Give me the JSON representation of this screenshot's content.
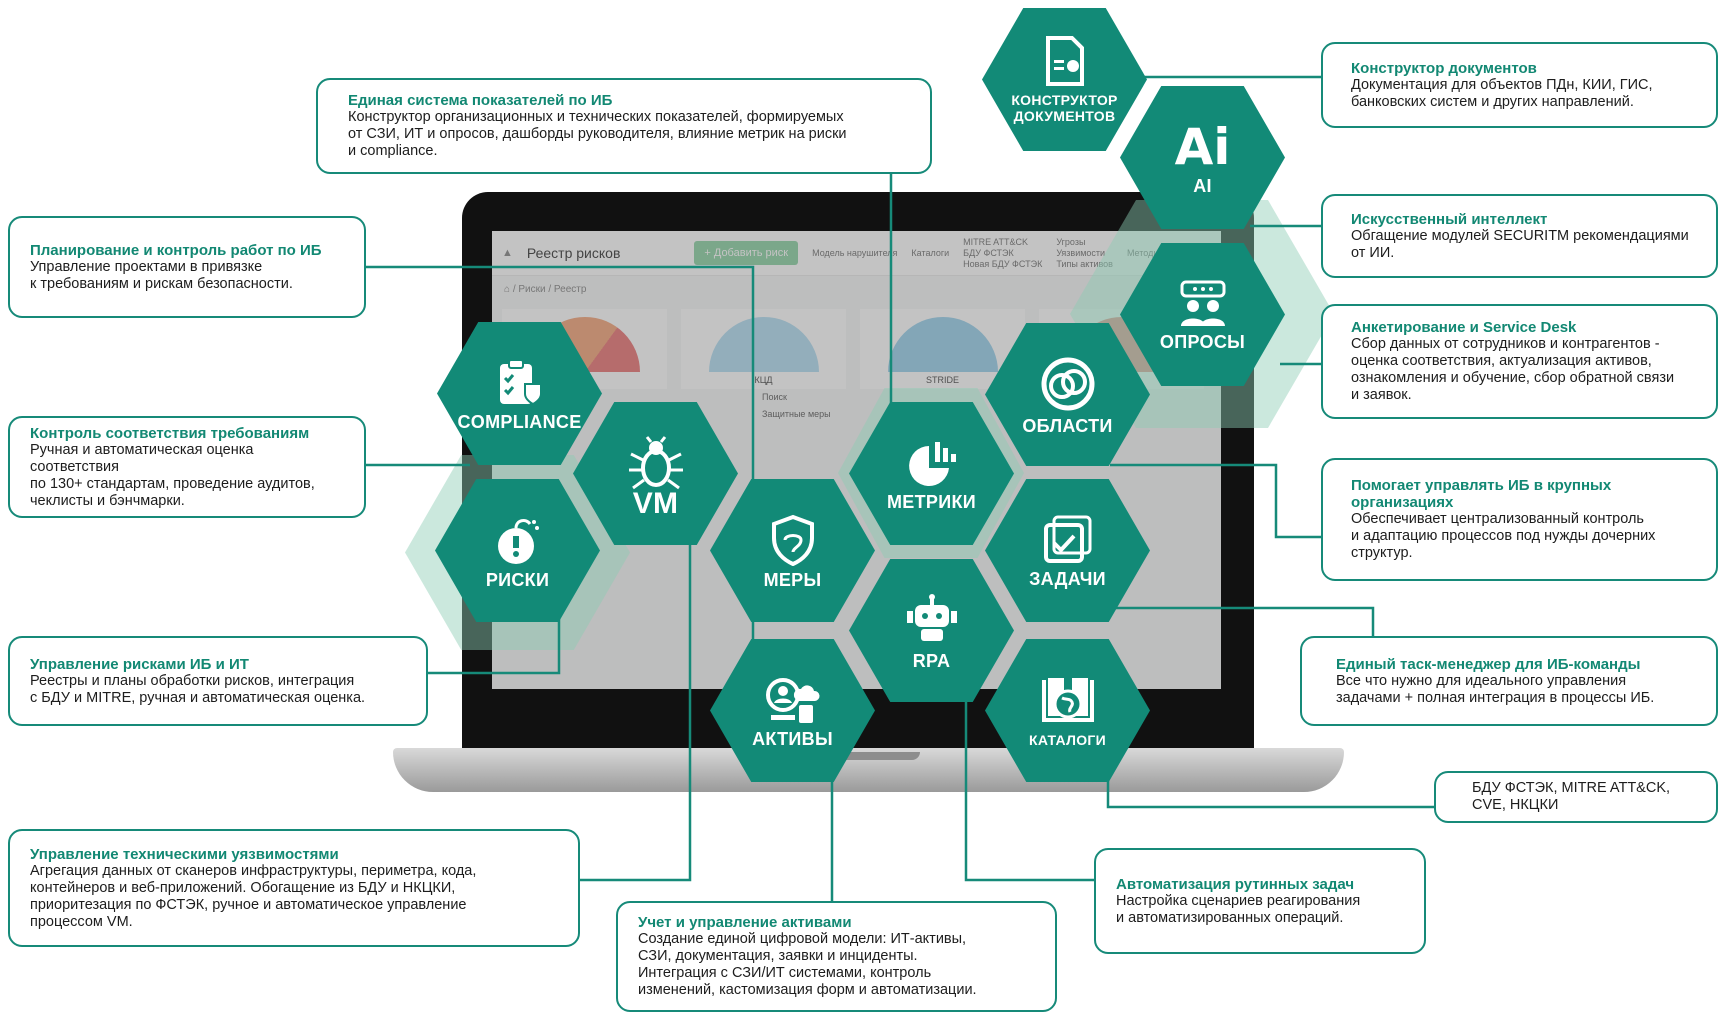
{
  "colors": {
    "accent": "#128a77",
    "halo": "#8ccdb4",
    "border": "#168a79"
  },
  "screen": {
    "title": "Реестр рисков",
    "add_button": "+ Добавить риск",
    "nav": [
      "Модель нарушителя",
      "Каталоги",
      "MITRE ATT&CK",
      "БДУ ФСТЭК",
      "Новая БДУ ФСТЭК",
      "Угрозы",
      "Уязвимости",
      "Типы активов",
      "Методика"
    ],
    "breadcrumb": "⌂ / Риски / Реестр",
    "gauges": [
      "",
      "КЦД",
      "STRIDE",
      ""
    ],
    "search_placeholder": "Поиск",
    "section": "Защитные меры"
  },
  "hexes": {
    "docs": {
      "label": "КОНСТРУКТОР ДОКУМЕНТОВ",
      "icon": "document-icon"
    },
    "ai": {
      "label": "AI",
      "glyph": "Ai",
      "icon": "ai-icon"
    },
    "surveys": {
      "label": "ОПРОСЫ",
      "icon": "survey-icon"
    },
    "areas": {
      "label": "ОБЛАСТИ",
      "icon": "rings-icon"
    },
    "compliance": {
      "label": "COMPLIANCE",
      "icon": "clipboard-icon"
    },
    "vm": {
      "label": "VM",
      "icon": "bug-icon"
    },
    "risks": {
      "label": "РИСКИ",
      "icon": "bomb-icon"
    },
    "metrics": {
      "label": "МЕТРИКИ",
      "icon": "pie-chart-icon"
    },
    "measures": {
      "label": "МЕРЫ",
      "icon": "shield-icon"
    },
    "tasks": {
      "label": "ЗАДАЧИ",
      "icon": "checkbox-icon"
    },
    "rpa": {
      "label": "RPA",
      "icon": "robot-icon"
    },
    "assets": {
      "label": "АКТИВЫ",
      "icon": "assets-icon"
    },
    "catalogs": {
      "label": "КАТАЛОГИ",
      "icon": "catalog-icon"
    }
  },
  "boxes": {
    "metrics": {
      "title": "Единая система показателей по ИБ",
      "text": "Конструктор организационных и технических показателей, формируемых\nот СЗИ, ИТ и опросов, дашборды руководителя, влияние метрик на риски\nи compliance."
    },
    "planning": {
      "title": "Планирование и контроль работ по ИБ",
      "text": "Управление проектами в привязке\nк требованиям и рискам безопасности."
    },
    "compliance": {
      "title": "Контроль соответствия требованиям",
      "text": "Ручная и автоматическая оценка соответствия\nпо 130+ стандартам, проведение аудитов,\nчеклисты и бэнчмарки."
    },
    "risks": {
      "title": "Управление рисками ИБ и ИТ",
      "text": "Реестры и планы обработки рисков, интеграция\nс БДУ и MITRE, ручная и автоматическая оценка."
    },
    "vuln": {
      "title": "Управление техническими уязвимостями",
      "text": "Агрегация данных от сканеров инфраструктуры, периметра, кода,\nконтейнеров и веб-приложений. Обогащение из БДУ и НКЦКИ,\nприоритезация по ФСТЭК, ручное и автоматическое управление\nпроцессом VM."
    },
    "assets": {
      "title": "Учет и управление активами",
      "text": "Создание единой цифровой модели: ИТ-активы,\nСЗИ, документация, заявки и инциденты.\nИнтеграция с СЗИ/ИТ системами, контроль\nизменений, кастомизация форм и автоматизации."
    },
    "automation": {
      "title": "Автоматизация рутинных задач",
      "text": "Настройка сценариев реагирования\nи автоматизированных операций."
    },
    "catalogs": {
      "text": "БДУ ФСТЭК, MITRE ATT&CK,\nCVE, НКЦКИ"
    },
    "taskmanager": {
      "title": "Единый таск-менеджер для ИБ-команды",
      "text": "Все что нужно для идеального управления\nзадачами + полная интеграция в процессы ИБ."
    },
    "largeorg": {
      "title": "Помогает управлять ИБ в крупных\nорганизациях",
      "text": "Обеспечивает централизованный контроль\nи адаптацию процессов под нужды дочерних\nструктур."
    },
    "surveys": {
      "title": "Анкетирование и Service Desk",
      "text": "Сбор данных от сотрудников и контрагентов -\nоценка соответствия, актуализация активов,\nознакомления и обучение, сбор обратной связи\nи заявок."
    },
    "ai": {
      "title": "Искусственный интеллект",
      "text": "Обгащение модулей SECURITM рекомендациями\nот ИИ."
    },
    "docs": {
      "title": "Конструктор документов",
      "text": "Документация для объектов ПДн, КИИ, ГИС,\nбанковских систем и других направлений."
    }
  }
}
